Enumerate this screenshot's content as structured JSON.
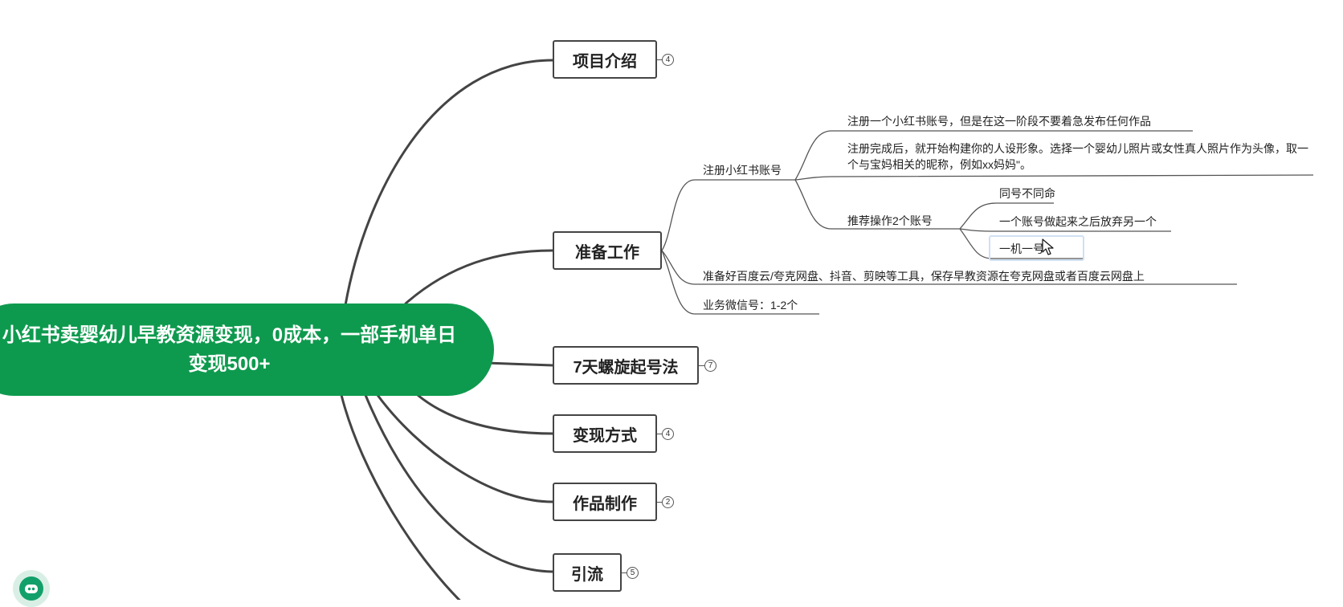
{
  "root": {
    "title": "小红书卖婴幼儿早教资源变现，0成本，一部手机单日变现500+"
  },
  "branches": [
    {
      "label": "项目介绍",
      "count": "4"
    },
    {
      "label": "准备工作",
      "count": ""
    },
    {
      "label": "7天螺旋起号法",
      "count": "7"
    },
    {
      "label": "变现方式",
      "count": "4"
    },
    {
      "label": "作品制作",
      "count": "2"
    },
    {
      "label": "引流",
      "count": "5"
    }
  ],
  "prep": {
    "register": {
      "label": "注册小红书账号",
      "items": [
        "注册一个小红书账号，但是在这一阶段不要着急发布任何作品",
        "注册完成后，就开始构建你的人设形象。选择一个婴幼儿照片或女性真人照片作为头像，取一个与宝妈相关的昵称，例如xx妈妈\"。"
      ],
      "recommend": {
        "label": "推荐操作2个账号",
        "items": [
          "同号不同命",
          "一个账号做起来之后放弃另一个",
          "一机一号"
        ]
      }
    },
    "tools": "准备好百度云/夸克网盘、抖音、剪映等工具，保存早教资源在夸克网盘或者百度云网盘上",
    "wechat": "业务微信号：1-2个"
  },
  "colors": {
    "root": "#0e9a4e",
    "line": "#444444",
    "text": "#222222"
  }
}
